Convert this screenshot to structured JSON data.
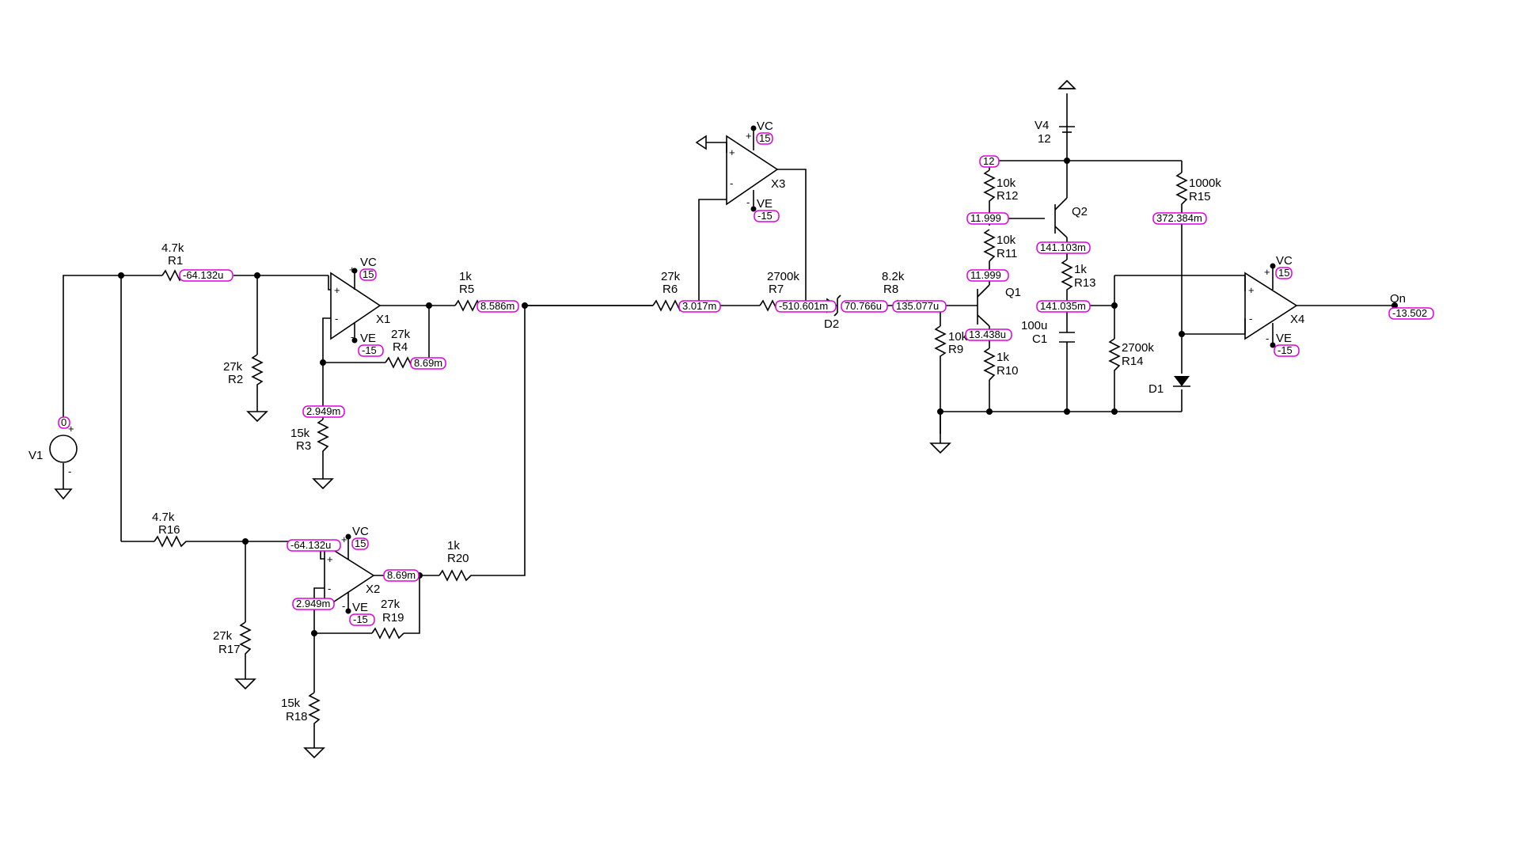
{
  "components": {
    "R1": {
      "name": "R1",
      "value": "4.7k"
    },
    "R2": {
      "name": "R2",
      "value": "27k"
    },
    "R3": {
      "name": "R3",
      "value": "15k"
    },
    "R4": {
      "name": "R4",
      "value": "27k"
    },
    "R5": {
      "name": "R5",
      "value": "1k"
    },
    "R6": {
      "name": "R6",
      "value": "27k"
    },
    "R7": {
      "name": "R7",
      "value": "2700k"
    },
    "R8": {
      "name": "R8",
      "value": "8.2k"
    },
    "R9": {
      "name": "R9",
      "value": "10k"
    },
    "R10": {
      "name": "R10",
      "value": "1k"
    },
    "R11": {
      "name": "R11",
      "value": "10k"
    },
    "R12": {
      "name": "R12",
      "value": "10k"
    },
    "R13": {
      "name": "R13",
      "value": "1k"
    },
    "R14": {
      "name": "R14",
      "value": "2700k"
    },
    "R15": {
      "name": "R15",
      "value": "1000k"
    },
    "R16": {
      "name": "R16",
      "value": "4.7k"
    },
    "R17": {
      "name": "R17",
      "value": "27k"
    },
    "R18": {
      "name": "R18",
      "value": "15k"
    },
    "R19": {
      "name": "R19",
      "value": "27k"
    },
    "R20": {
      "name": "R20",
      "value": "1k"
    },
    "C1": {
      "name": "C1",
      "value": "100u"
    },
    "V1": {
      "name": "V1"
    },
    "V4": {
      "name": "V4",
      "value": "12"
    },
    "X1": {
      "name": "X1"
    },
    "X2": {
      "name": "X2"
    },
    "X3": {
      "name": "X3"
    },
    "X4": {
      "name": "X4"
    },
    "Q1": {
      "name": "Q1"
    },
    "Q2": {
      "name": "Q2"
    },
    "D1": {
      "name": "D1"
    },
    "D2": {
      "name": "D2"
    }
  },
  "supply_labels": {
    "vc": "VC",
    "ve": "VE",
    "out": "On"
  },
  "pin_signs": {
    "plus": "+",
    "minus": "-"
  },
  "probes": {
    "v1_top": "0",
    "r1_node": "-64.132u",
    "x1_vc": "15",
    "x1_ve": "-15",
    "r4_node": "8.69m",
    "r3_top": "2.949m",
    "r5_node": "8.586m",
    "r16_node": "-64.132u",
    "x2_vc": "15",
    "x2_ve": "-15",
    "x2_minus": "2.949m",
    "x2_out": "8.69m",
    "x3_vc": "15",
    "x3_ve": "-15",
    "r6_node": "3.017m",
    "r7_node": "-510.601m",
    "d2_node": "70.766u",
    "r8_node": "135.077u",
    "v4_node": "12",
    "r12_node": "11.999",
    "r11_node": "11.999",
    "q1_emitter": "13.438u",
    "q2_emitter": "141.103m",
    "r13_node": "141.035m",
    "r15_node": "372.384m",
    "x4_vc": "15",
    "x4_ve": "-15",
    "out": "-13.502"
  }
}
